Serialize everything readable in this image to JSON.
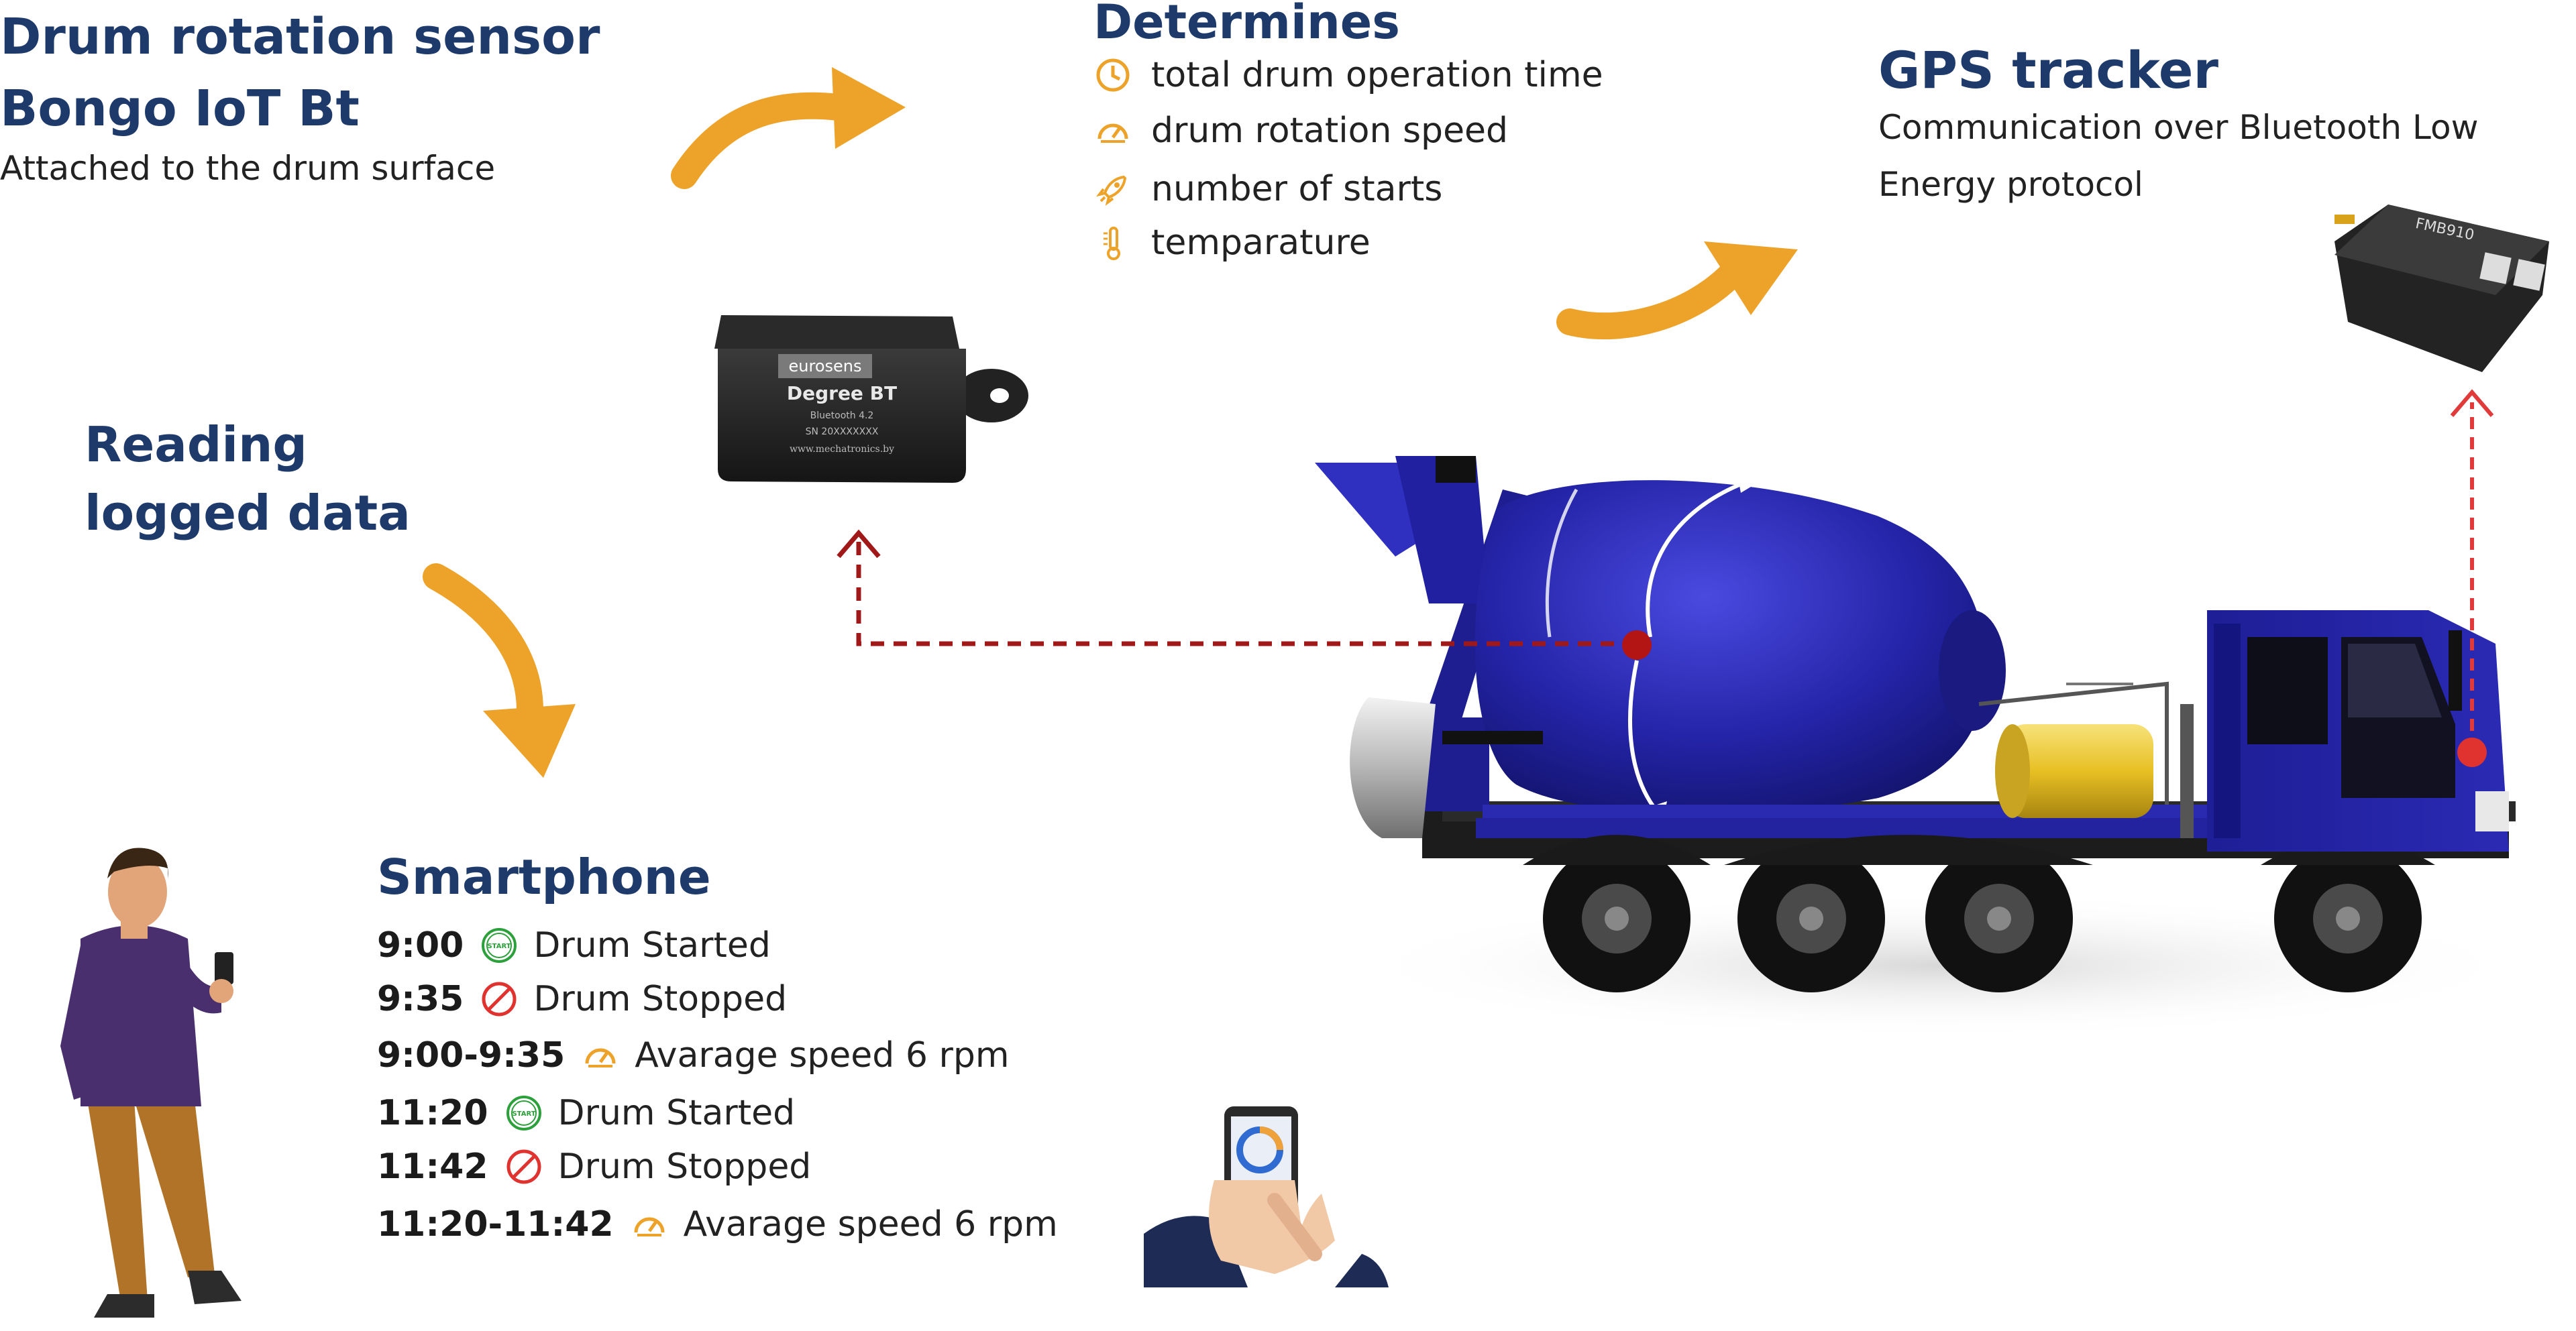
{
  "sensor": {
    "title_line1": "Drum rotation sensor",
    "title_line2": "Bongo IoT Bt",
    "subtitle": "Attached to the drum surface"
  },
  "reading": {
    "line1": "Reading",
    "line2": "logged data"
  },
  "determines": {
    "title": "Determines",
    "items": [
      {
        "icon": "clock-icon",
        "label": "total drum operation time"
      },
      {
        "icon": "speedometer-icon",
        "label": "drum rotation speed"
      },
      {
        "icon": "rocket-icon",
        "label": "number of starts"
      },
      {
        "icon": "thermometer-icon",
        "label": "temparature"
      }
    ]
  },
  "gps": {
    "title": "GPS tracker",
    "description": "Communication over Bluetooth Low Energy protocol"
  },
  "smartphone": {
    "title": "Smartphone",
    "log": [
      {
        "time": "9:00",
        "icon": "start-icon",
        "event": "Drum Started"
      },
      {
        "time": "9:35",
        "icon": "stop-icon",
        "event": "Drum Stopped"
      },
      {
        "time": "9:00-9:35",
        "icon": "speedometer-icon",
        "event": "Avarage speed 6 rpm"
      },
      {
        "time": "11:20",
        "icon": "start-icon",
        "event": "Drum Started"
      },
      {
        "time": "11:42",
        "icon": "stop-icon",
        "event": "Drum Stopped"
      },
      {
        "time": "11:20-11:42",
        "icon": "speedometer-icon",
        "event": "Avarage speed 6 rpm"
      }
    ]
  },
  "device": {
    "brand": "eurosens",
    "model": "Degree BT",
    "bt_label": "Bluetooth 4.2",
    "serial": "SN 20XXXXXXX",
    "website": "www.mechatronics.by"
  },
  "tracker_label": "FMB910",
  "start_badge": "START",
  "colors": {
    "title_blue": "#1e3a6b",
    "arrow_orange": "#eda32a",
    "truck_blue": "#2323a0",
    "dashed_red": "#a01818",
    "start_green": "#2ca03a",
    "stop_red": "#e0332f"
  }
}
